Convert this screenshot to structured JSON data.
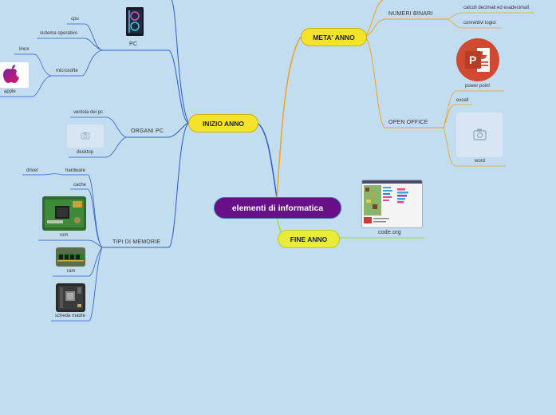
{
  "center": {
    "label": "elementi di informatica"
  },
  "branches": {
    "inizio": {
      "label": "INIZIO ANNO"
    },
    "meta": {
      "label": "META' ANNO"
    },
    "fine": {
      "label": "FINE ANNO"
    }
  },
  "left": {
    "pc": {
      "label": "PC",
      "children": {
        "cpu": "cpu",
        "os": "sistema operativo",
        "microsoft": "microsofte",
        "linux": "linux",
        "apple": "apple"
      }
    },
    "organi": {
      "label": "ORGANI PC",
      "children": {
        "ventola": "ventola del pc",
        "desktop": "desktop"
      }
    },
    "memorie": {
      "label": "TIPI DI MEMORIE",
      "children": {
        "hardware": "hardware",
        "driver": "driver",
        "cache": "cache",
        "rom": "rom",
        "ram": "ram",
        "scheda": "scheda madre"
      }
    }
  },
  "right": {
    "binari": {
      "label": "NUMERI BINARI",
      "children": {
        "calcoli": "calcoli decimali ed esadecimali",
        "connettivi": "connettivi logici"
      }
    },
    "office": {
      "label": "OPEN OFFICE",
      "children": {
        "powerpoint": "power point",
        "excell": "excell",
        "word": "word"
      }
    },
    "code": {
      "label": "code.org"
    }
  },
  "colors": {
    "left_lines": "#2a5bd4",
    "right_lines": "#f0a21a",
    "fine_line": "#9be02a",
    "center_fill": "#6a0f8a"
  }
}
